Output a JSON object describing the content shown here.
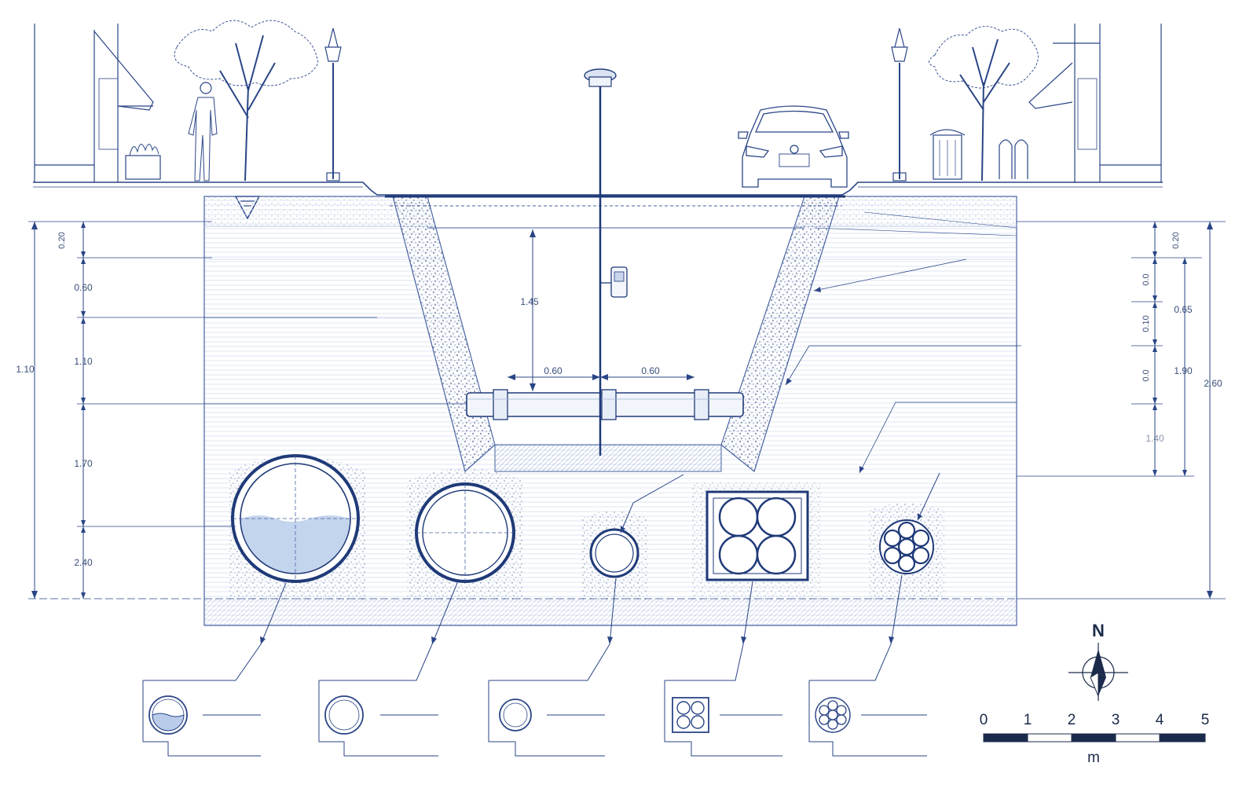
{
  "drawing": {
    "kind": "utility trench street cross-section",
    "colors": {
      "ink": "#1f3a78",
      "ink_light": "#7d93c2",
      "soil_line": "#b8c6e3",
      "gravel": "#8e9bb8",
      "water": "#b9cdea"
    }
  },
  "dimensions": {
    "left": {
      "total": "1.10",
      "segments": [
        "0.20",
        "0.60",
        "1.10",
        "1.70",
        "2.40"
      ]
    },
    "trench": {
      "depth": "1.45",
      "half_width_left": "0.60",
      "half_width_right": "0.60"
    },
    "right_inner": {
      "segments": [
        "0.20",
        "0.0",
        "0.10",
        "0.0",
        "1.40"
      ]
    },
    "right_mid": {
      "labels": [
        "0.65",
        "1.90"
      ]
    },
    "right_total": "2.60"
  },
  "utilities": [
    {
      "name": "large-water-pipe",
      "icon": "pipe-partially-filled-icon"
    },
    {
      "name": "large-empty-pipe",
      "icon": "pipe-empty-icon"
    },
    {
      "name": "small-pipe",
      "icon": "pipe-small-icon"
    },
    {
      "name": "duct-bank",
      "icon": "quad-conduit-icon"
    },
    {
      "name": "cable-bundle",
      "icon": "cable-bundle-icon"
    }
  ],
  "compass": {
    "label": "N",
    "icon": "north-arrow-icon"
  },
  "scale_bar": {
    "ticks": [
      "0",
      "1",
      "2",
      "3",
      "4",
      "5"
    ],
    "unit": "m"
  }
}
